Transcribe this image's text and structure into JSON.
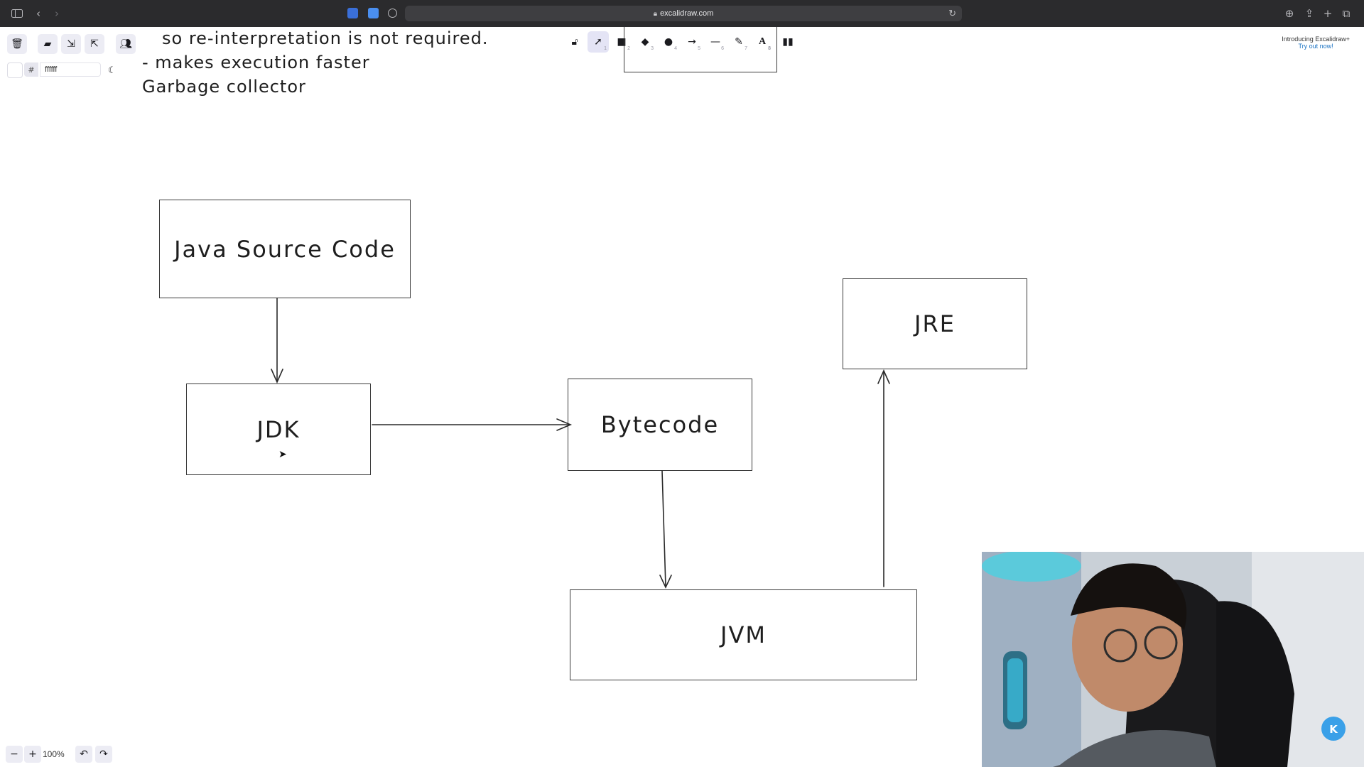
{
  "browser": {
    "url": "excalidraw.com"
  },
  "editor": {
    "background_hex": "ffffff",
    "hash": "#",
    "zoom": "100%",
    "promo_title": "Introducing Excalidraw+",
    "promo_link": "Try out now!",
    "tool_numbers": [
      "1",
      "2",
      "3",
      "4",
      "5",
      "6",
      "7",
      "8"
    ]
  },
  "notes": {
    "line1": "so re-interpretation is not required.",
    "line2": "- makes execution faster",
    "line3": "Garbage collector"
  },
  "diagram": {
    "java_source_code": "Java Source Code",
    "jdk": "JDK",
    "bytecode": "Bytecode",
    "jre": "JRE",
    "jvm": "JVM"
  },
  "icons": {
    "sidebar": "sidebar-icon",
    "back": "chevron-left-icon",
    "forward": "chevron-right-icon",
    "reload": "reload-icon",
    "download": "download-icon",
    "share": "share-icon",
    "new_tab": "plus-icon",
    "tabs": "tabs-icon",
    "trash": "trash-icon",
    "open": "folder-open-icon",
    "save": "save-icon",
    "export": "export-icon",
    "collab": "users-icon",
    "moon": "moon-icon"
  },
  "colors": {
    "browser_bar": "#2b2b2d",
    "active_tool": "#e4e4f5",
    "stroke": "#1e1e1e",
    "promo_link": "#1971c2"
  }
}
